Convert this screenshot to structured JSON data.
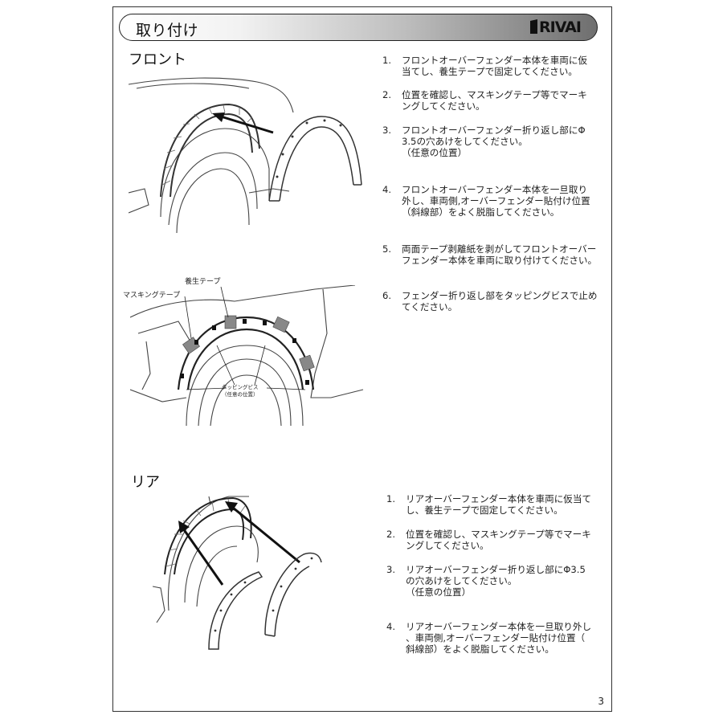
{
  "header": {
    "title": "取り付け",
    "brand": "RIVAI"
  },
  "front": {
    "title": "フロント",
    "steps": [
      {
        "num": "1.",
        "text": "フロントオーバーフェンダー本体を車両に仮\n当てし、養生テープで固定してください。"
      },
      {
        "num": "2.",
        "text": "位置を確認し、マスキングテープ等でマーキ\nングしてください。"
      },
      {
        "num": "3.",
        "text": "フロントオーバーフェンダー折り返し部にΦ\n3.5の穴あけをしてください。\n（任意の位置）"
      },
      {
        "num": "4.",
        "text": "フロントオーバーフェンダー本体を一旦取り\n外し、車両側,オーバーフェンダー貼付け位置\n（斜線部）をよく脱脂してください。"
      },
      {
        "num": "5.",
        "text": "両面テープ剥離紙を剥がしてフロントオーバー\nフェンダー本体を車両に取り付けてください。"
      },
      {
        "num": "6.",
        "text": "フェンダー折り返し部をタッピングビスで止め\nてください。"
      }
    ],
    "callouts": {
      "curing_tape": "養生テープ",
      "masking_tape": "マスキングテープ",
      "tapping_screw": "タッピングビス\n（任意の位置）"
    }
  },
  "rear": {
    "title": "リア",
    "steps": [
      {
        "num": "1.",
        "text": "リアオーバーフェンダー本体を車両に仮当て\nし、養生テープで固定してください。"
      },
      {
        "num": "2.",
        "text": "位置を確認し、マスキングテープ等でマーキ\nングしてください。"
      },
      {
        "num": "3.",
        "text": "リアオーバーフェンダー折り返し部にΦ3.5\nの穴あけをしてください。\n（任意の位置）"
      },
      {
        "num": "4.",
        "text": "リアオーバーフェンダー本体を一旦取り外し\n、車両側,オーバーフェンダー貼付け位置（\n斜線部）をよく脱脂してください。"
      }
    ]
  },
  "page_number": "3"
}
